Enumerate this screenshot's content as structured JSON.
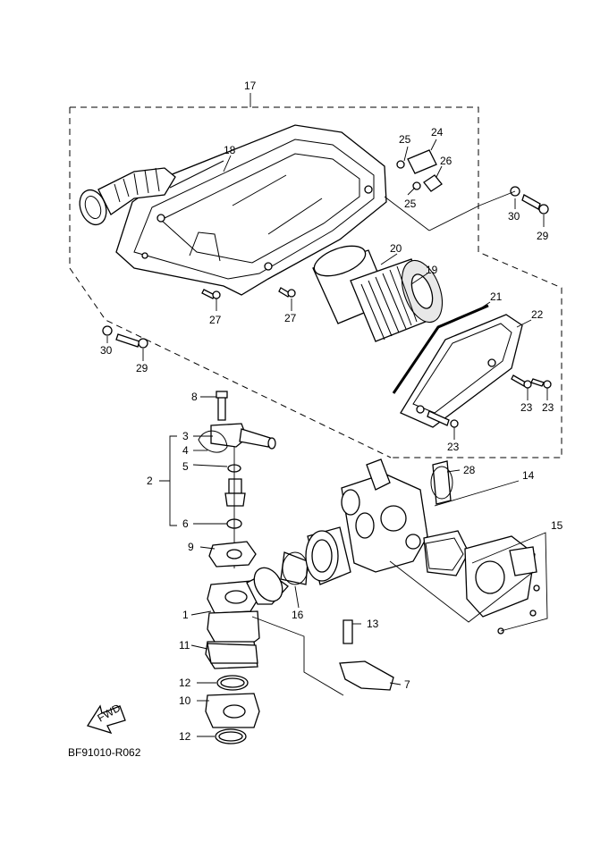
{
  "diagram_code": "BF91010-R062",
  "fwd_label": "FWD",
  "callouts": {
    "c1": "1",
    "c2": "2",
    "c3": "3",
    "c4": "4",
    "c5": "5",
    "c6": "6",
    "c7": "7",
    "c8": "8",
    "c9": "9",
    "c10": "10",
    "c11": "11",
    "c12a": "12",
    "c12b": "12",
    "c13": "13",
    "c14": "14",
    "c15": "15",
    "c16": "16",
    "c17": "17",
    "c18": "18",
    "c19": "19",
    "c20": "20",
    "c21": "21",
    "c22": "22",
    "c23a": "23",
    "c23b": "23",
    "c23c": "23",
    "c24": "24",
    "c25a": "25",
    "c25b": "25",
    "c26": "26",
    "c27a": "27",
    "c27b": "27",
    "c28": "28",
    "c29a": "29",
    "c29b": "29",
    "c30a": "30",
    "c30b": "30"
  }
}
